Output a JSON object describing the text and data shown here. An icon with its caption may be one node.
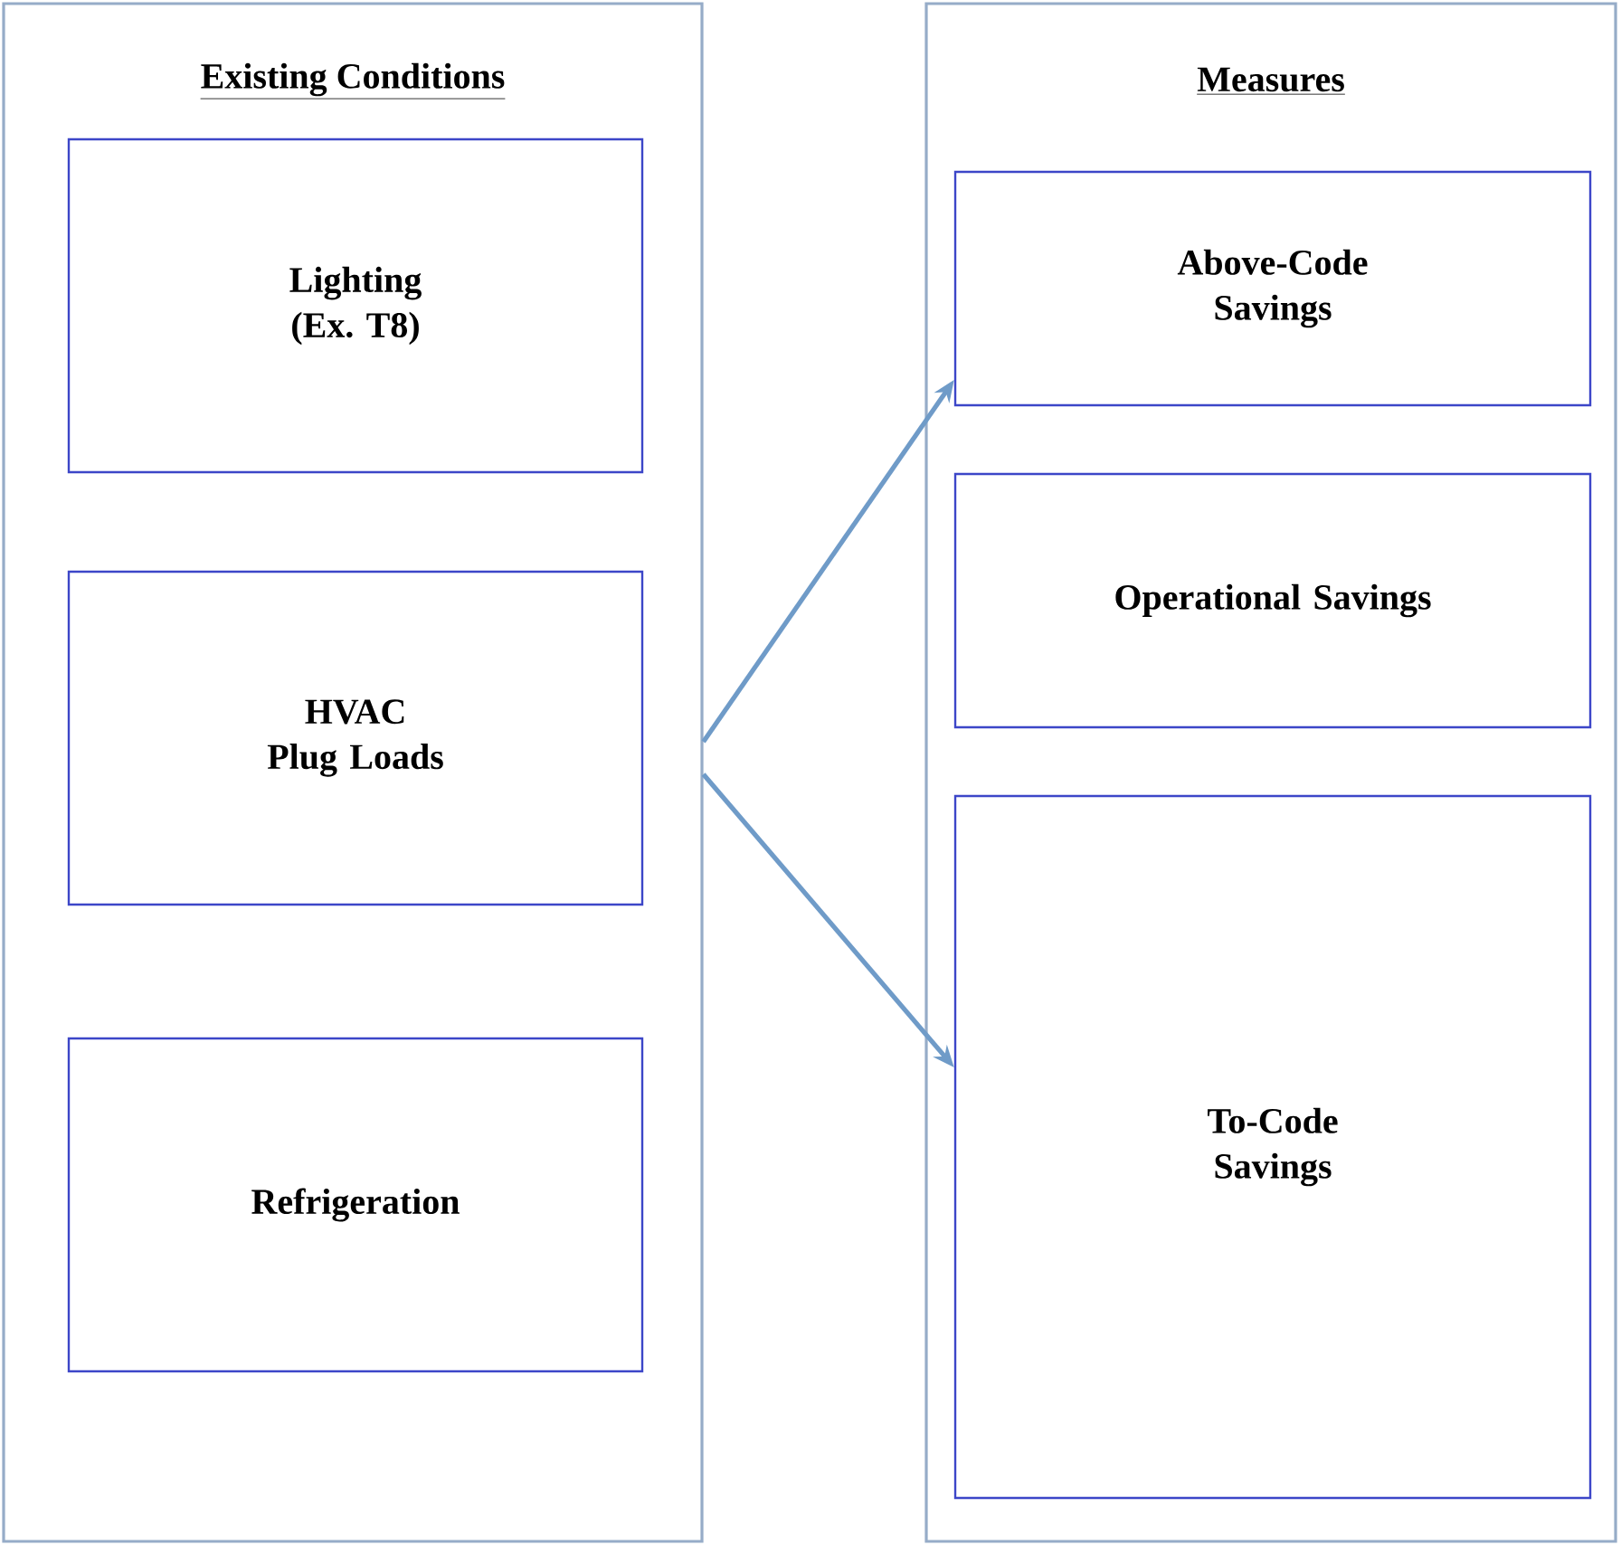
{
  "diagram": {
    "nodes": [
      {
        "text": [
          "Existing Conditions"
        ]
      },
      {
        "text": [
          "Lighting (Ex. T8)"
        ],
        "in": 0
      },
      {
        "text": [
          "HVAC Plug Loads"
        ],
        "in": 0
      },
      {
        "text": [
          "Refrigeration"
        ],
        "in": 0
      },
      {
        "text": [
          "Measures"
        ]
      },
      {
        "text": [
          "Above-Code Savings"
        ],
        "in": 4
      },
      {
        "text": [
          "Operational Savings"
        ],
        "in": 4
      },
      {
        "text": [
          "To-Code Savings"
        ],
        "in": 4
      }
    ],
    "edges": [
      {
        "from": 0,
        "to": 5,
        "arrow": "to"
      },
      {
        "from": 0,
        "to": 7,
        "arrow": "to"
      }
    ]
  }
}
